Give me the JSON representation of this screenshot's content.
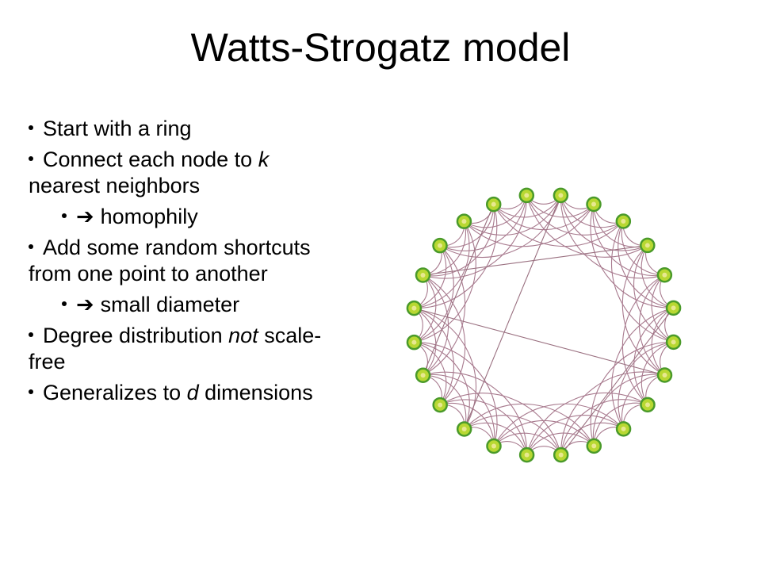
{
  "title": "Watts-Strogatz model",
  "bullets": [
    {
      "level": 1,
      "text": "Start with a ring"
    },
    {
      "level": 1,
      "parts": [
        "Connect each node to ",
        "k",
        " nearest neighbors"
      ]
    },
    {
      "level": 2,
      "arrow": "➔",
      "text": "homophily"
    },
    {
      "level": 1,
      "text": "Add some random shortcuts from one point to another"
    },
    {
      "level": 2,
      "arrow": "➔",
      "text": "small diameter"
    },
    {
      "level": 1,
      "parts": [
        "Degree distribution ",
        "not",
        " scale-free"
      ]
    },
    {
      "level": 1,
      "parts": [
        "Generalizes to ",
        "d",
        " dimensions"
      ]
    }
  ],
  "network": {
    "node_count": 24,
    "node_fill": "#b8d832",
    "node_stroke": "#4a9a2a",
    "node_highlight": "#e8e890",
    "edge_color": "#a87a8e",
    "shortcut_color": "#9a7080"
  }
}
